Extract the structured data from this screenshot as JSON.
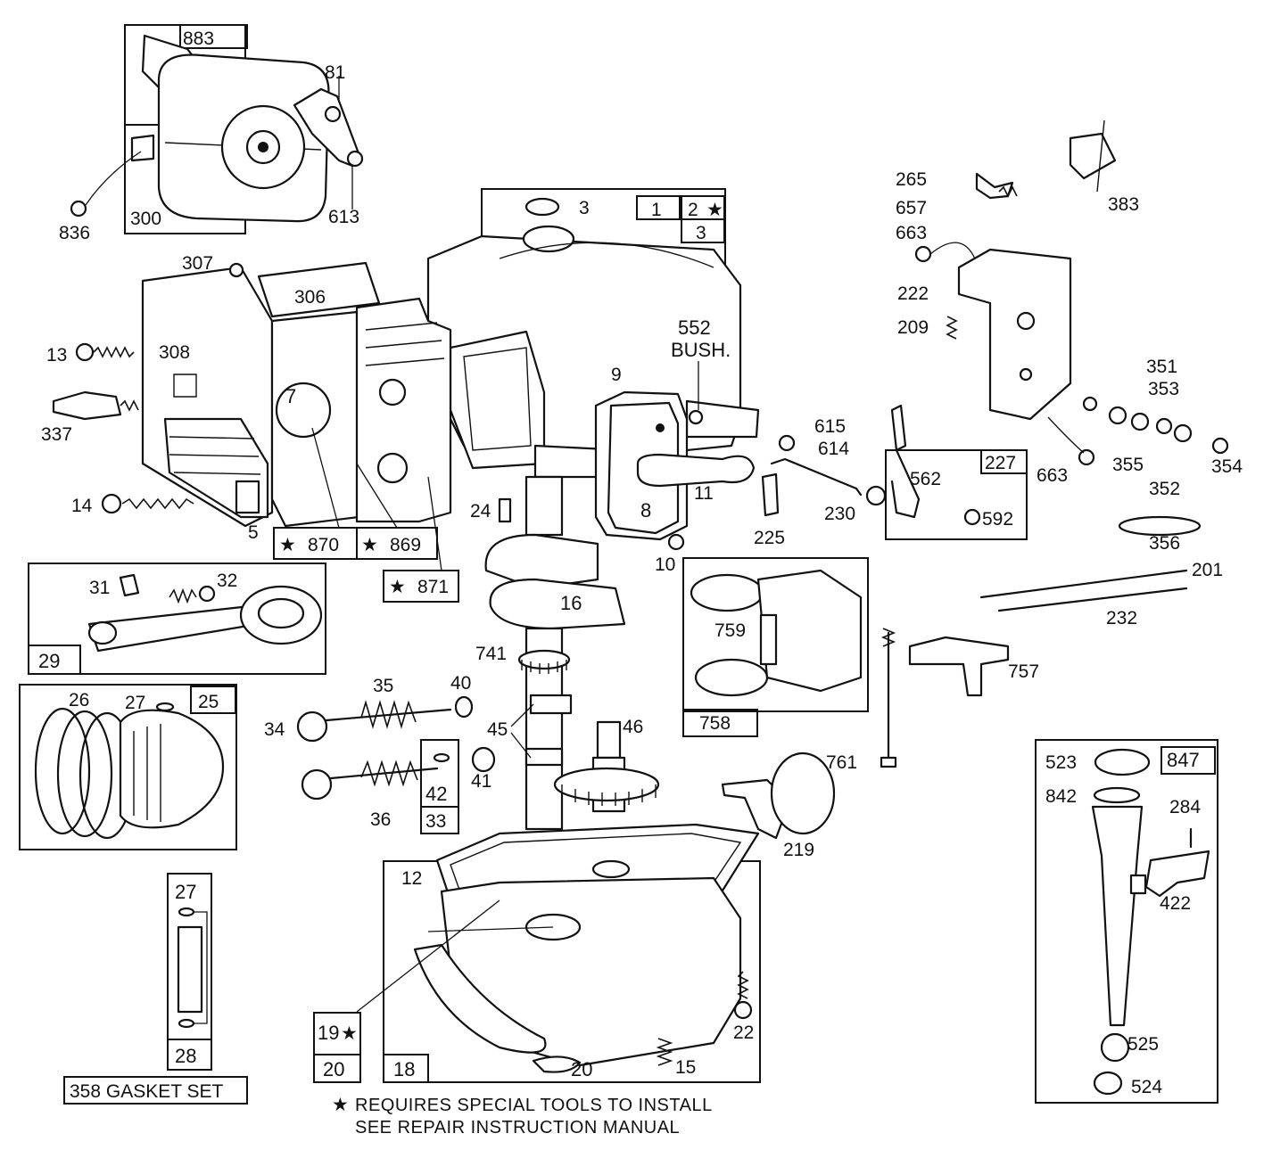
{
  "diagram": {
    "parts": {
      "p883": "883",
      "p81": "81",
      "p613": "613",
      "p300": "300",
      "p836": "836",
      "p3a": "3",
      "p1": "1",
      "p2": "2",
      "p3b": "3",
      "p265": "265",
      "p657": "657",
      "p663a": "663",
      "p222": "222",
      "p209": "209",
      "p383": "383",
      "p307": "307",
      "p306": "306",
      "p308": "308",
      "p13": "13",
      "p337": "337",
      "p14": "14",
      "p7": "7",
      "p5": "5",
      "p870": "870",
      "p869": "869",
      "p871": "871",
      "p552": "552",
      "bush": "BUSH.",
      "p9": "9",
      "p8": "8",
      "p11": "11",
      "p10": "10",
      "p24": "24",
      "p615": "615",
      "p614": "614",
      "p225": "225",
      "p230": "230",
      "p227": "227",
      "p562": "562",
      "p592": "592",
      "p351": "351",
      "p353": "353",
      "p355": "355",
      "p352": "352",
      "p354": "354",
      "p663b": "663",
      "p356": "356",
      "p201": "201",
      "p232": "232",
      "p31": "31",
      "p32": "32",
      "p29": "29",
      "p16": "16",
      "p759": "759",
      "p758": "758",
      "p757": "757",
      "p761": "761",
      "p741": "741",
      "p26": "26",
      "p27a": "27",
      "p25": "25",
      "p35": "35",
      "p40": "40",
      "p34": "34",
      "p45": "45",
      "p46": "46",
      "p41": "41",
      "p42": "42",
      "p36": "36",
      "p33": "33",
      "p219": "219",
      "p523": "523",
      "p847": "847",
      "p842": "842",
      "p284": "284",
      "p422": "422",
      "p525": "525",
      "p524": "524",
      "p12": "12",
      "p27b": "27",
      "p28": "28",
      "p19": "19",
      "p20a": "20",
      "p18": "18",
      "p20b": "20",
      "p22": "22",
      "p15": "15"
    },
    "gasket_set": "358 GASKET SET",
    "star_symbol": "★",
    "footnote_line1": "REQUIRES SPECIAL TOOLS TO INSTALL",
    "footnote_line2": "SEE REPAIR INSTRUCTION MANUAL"
  },
  "colors": {
    "ink": "#111111",
    "paper": "#ffffff"
  }
}
